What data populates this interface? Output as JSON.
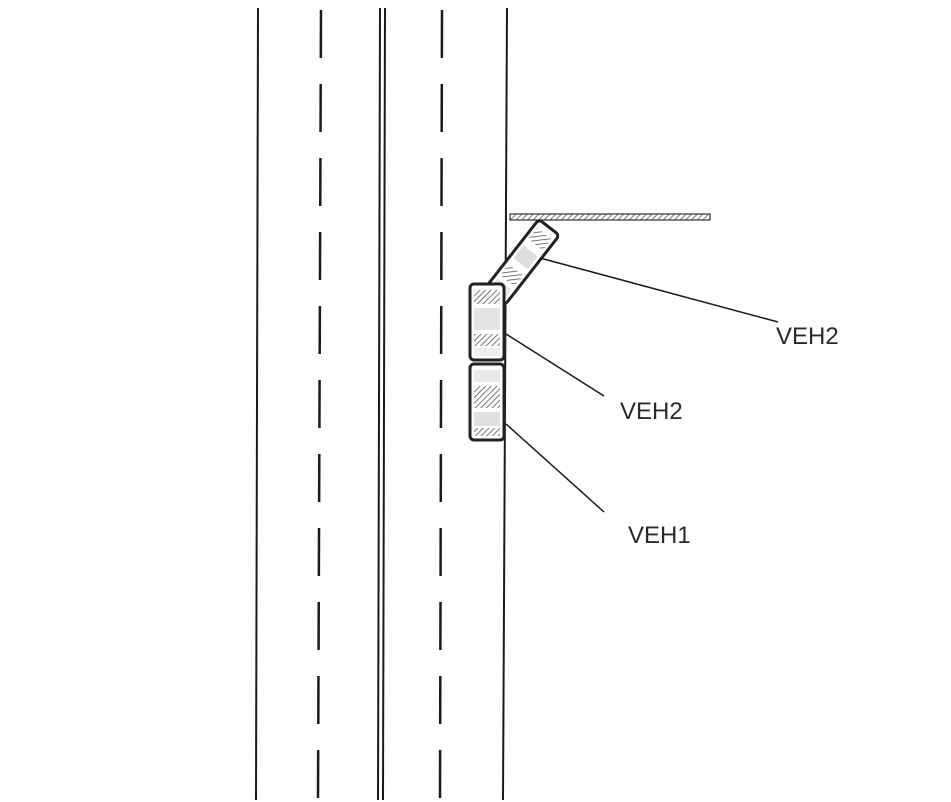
{
  "diagram": {
    "colors": {
      "line": "#1a1a1a",
      "vehicle_outline": "#222222",
      "hatch": "#555555",
      "background": "#ffffff"
    },
    "labels": {
      "veh2_upper": "VEH2",
      "veh2_lower": "VEH2",
      "veh1": "VEH1"
    }
  }
}
